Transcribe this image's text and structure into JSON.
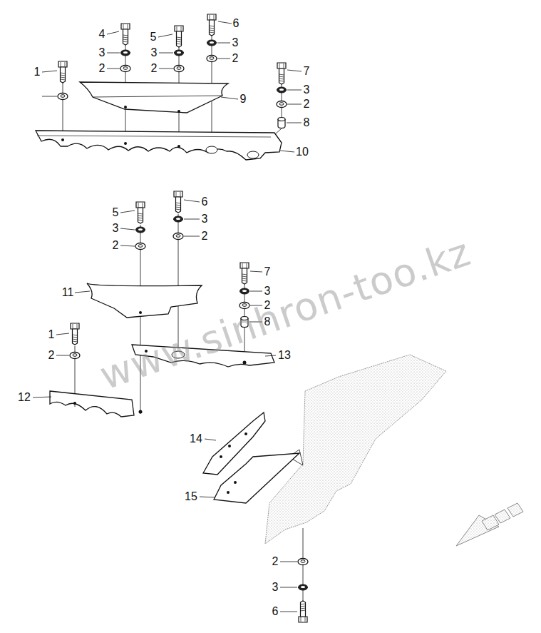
{
  "diagram": {
    "labels": [
      "4",
      "5",
      "6",
      "3",
      "3",
      "3",
      "1",
      "2",
      "2",
      "2",
      "7",
      "3",
      "2",
      "9",
      "8",
      "10",
      "5",
      "6",
      "3",
      "3",
      "2",
      "2",
      "7",
      "11",
      "3",
      "2",
      "8",
      "1",
      "2",
      "13",
      "12",
      "14",
      "15",
      "2",
      "3",
      "6",
      "www.sinhron-too.kz"
    ]
  }
}
